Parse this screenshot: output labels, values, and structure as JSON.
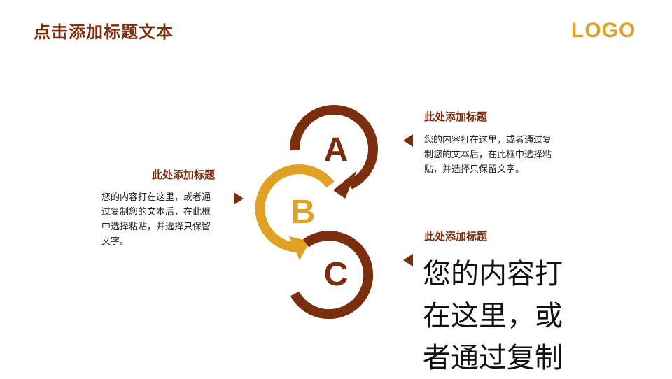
{
  "header": {
    "title": "点击添加标题文本",
    "logo": "LOGO"
  },
  "diagram": {
    "nodes": [
      {
        "letter": "A",
        "color": "#7a2e0e"
      },
      {
        "letter": "B",
        "color": "#e0a024"
      },
      {
        "letter": "C",
        "color": "#7a2e0e"
      }
    ]
  },
  "blocks": {
    "a": {
      "heading": "此处添加标题",
      "lines": [
        "您的内容打在这里，或者通过复",
        "制您的文本后，在此框中选择粘",
        "贴，并选择只保留文字。"
      ]
    },
    "b": {
      "heading": "此处添加标题",
      "lines": [
        "您的内容打在这里，或者通",
        "过复制您的文本后，在此框",
        "中选择粘贴，并选择只保留",
        "文字。"
      ]
    },
    "c": {
      "heading": "此处添加标题",
      "lines": [
        "您的内容打",
        "在这里，或",
        "者通过复制"
      ]
    }
  }
}
